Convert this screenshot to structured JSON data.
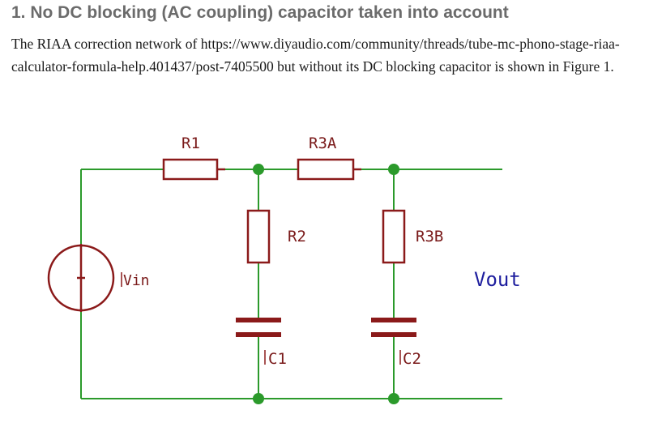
{
  "heading": "1. No DC blocking (AC coupling) capacitor taken into account",
  "paragraph": "The RIAA correction network of https://www.diyaudio.com/community/threads/tube-mc-phono-stage-riaa-calculator-formula-help.401437/post-7405500 but without its DC blocking capacitor is shown in Figure 1.",
  "schematic": {
    "labels": {
      "r1": "R1",
      "r3a": "R3A",
      "r2": "R2",
      "r3b": "R3B",
      "vin": "Vin",
      "vout": "Vout",
      "c1": "C1",
      "c2": "C2"
    },
    "colors": {
      "wire": "#2b9a2b",
      "component": "#8b1a1a",
      "label": "#7a1a1a",
      "net_label": "#1e1e9e"
    }
  }
}
